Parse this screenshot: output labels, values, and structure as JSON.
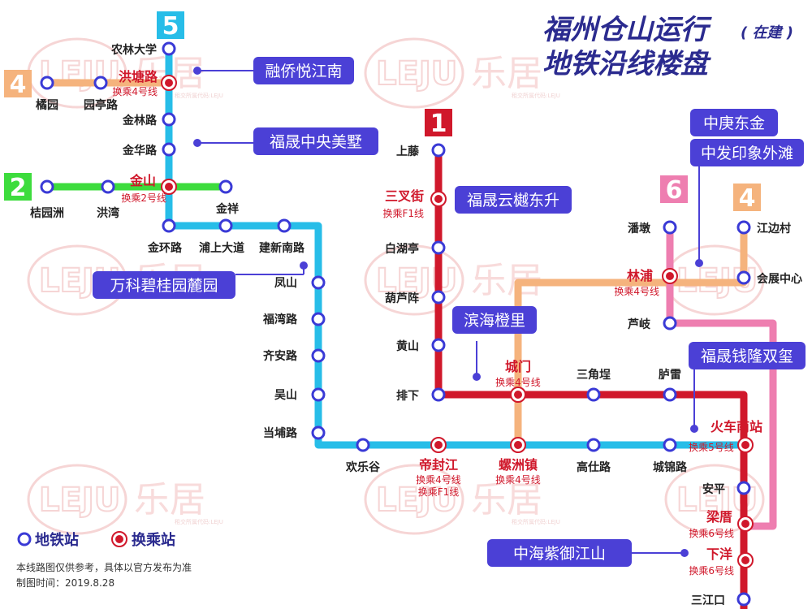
{
  "title": {
    "line1": "福州仓山运行",
    "status": "( 在建 )",
    "line2": "地铁沿线楼盘"
  },
  "colors": {
    "line1": "#d0182b",
    "line2": "#3ddc3d",
    "line4": "#f5b37d",
    "line5": "#27bde8",
    "line6": "#ee7eb0",
    "station_ring": "#3a3ad6",
    "interchange": "#d0182b",
    "project_box": "#4b40d6",
    "title": "#2b2b8f"
  },
  "line_badges": [
    {
      "id": "line5",
      "number": "5",
      "color": "#27bde8"
    },
    {
      "id": "line4-west",
      "number": "4",
      "color": "#f5b37d"
    },
    {
      "id": "line2",
      "number": "2",
      "color": "#3ddc3d"
    },
    {
      "id": "line1",
      "number": "1",
      "color": "#d0182b"
    },
    {
      "id": "line6",
      "number": "6",
      "color": "#ee7eb0"
    },
    {
      "id": "line4-east",
      "number": "4",
      "color": "#f5b37d"
    }
  ],
  "stations": [
    {
      "name": "农林大学"
    },
    {
      "name": "金林路"
    },
    {
      "name": "金华路"
    },
    {
      "name": "金环路"
    },
    {
      "name": "浦上大道"
    },
    {
      "name": "建新南路"
    },
    {
      "name": "凤山"
    },
    {
      "name": "福湾路"
    },
    {
      "name": "齐安路"
    },
    {
      "name": "吴山"
    },
    {
      "name": "当埔路"
    },
    {
      "name": "欢乐谷"
    },
    {
      "name": "高仕路"
    },
    {
      "name": "城锦路"
    },
    {
      "name": "橘园"
    },
    {
      "name": "园亭路"
    },
    {
      "name": "桔园洲"
    },
    {
      "name": "洪湾"
    },
    {
      "name": "金祥"
    },
    {
      "name": "上藤"
    },
    {
      "name": "白湖亭"
    },
    {
      "name": "葫芦阵"
    },
    {
      "name": "黄山"
    },
    {
      "name": "排下"
    },
    {
      "name": "三角埕"
    },
    {
      "name": "胪雷"
    },
    {
      "name": "安平"
    },
    {
      "name": "三江口"
    },
    {
      "name": "潘墩"
    },
    {
      "name": "芦岐"
    },
    {
      "name": "江边村"
    },
    {
      "name": "会展中心"
    }
  ],
  "interchanges": [
    {
      "name": "洪塘路",
      "note": "换乘4号线"
    },
    {
      "name": "金山",
      "note": "换乘2号线"
    },
    {
      "name": "三叉街",
      "note": "换乘F1线"
    },
    {
      "name": "城门",
      "note": "换乘4号线"
    },
    {
      "name": "帝封江",
      "note": "换乘4号线",
      "note2": "换乘F1线"
    },
    {
      "name": "螺洲镇",
      "note": "换乘4号线"
    },
    {
      "name": "林浦",
      "note": "换乘4号线"
    },
    {
      "name": "火车南站",
      "note": "换乘5号线"
    },
    {
      "name": "梁厝",
      "note": "换乘6号线"
    },
    {
      "name": "下洋",
      "note": "换乘6号线"
    }
  ],
  "projects": [
    {
      "name": "融侨悦江南"
    },
    {
      "name": "福晟中央美墅"
    },
    {
      "name": "万科碧桂园麓园"
    },
    {
      "name": "福晟云樾东升"
    },
    {
      "name": "滨海橙里"
    },
    {
      "name": "中庚东金"
    },
    {
      "name": "中发印象外滩"
    },
    {
      "name": "福晟钱隆双玺"
    },
    {
      "name": "中海紫御江山"
    }
  ],
  "legend": {
    "station": "地铁站",
    "interchange": "换乘站"
  },
  "footnote": {
    "line1": "本线路图仅供参考，具体以官方发布为准",
    "line2": "制图时间：2019.8.28"
  },
  "watermark": {
    "logo": "LEJU",
    "cn": "乐居",
    "small": "租交所属代码:LEJU"
  }
}
